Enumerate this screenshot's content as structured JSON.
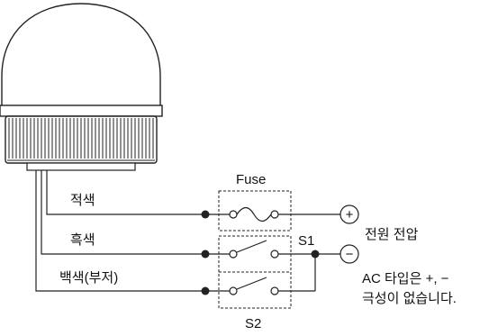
{
  "labels": {
    "fuse": "Fuse",
    "wire_red": "적색",
    "wire_black": "흑색",
    "wire_white": "백색(부저)",
    "s1": "S1",
    "s2": "S2",
    "plus_symbol": "+",
    "minus_symbol": "−",
    "power_voltage": "전원 전압",
    "ac_note_line1": "AC 타입은 +, −",
    "ac_note_line2": "극성이 없습니다."
  },
  "colors": {
    "line": "#222222",
    "background": "#ffffff"
  }
}
